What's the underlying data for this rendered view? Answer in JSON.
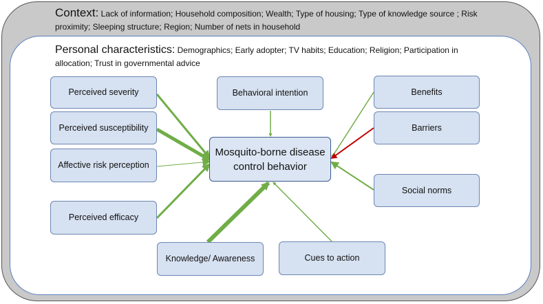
{
  "context": {
    "title": "Context:",
    "items": "Lack of information; Household composition; Wealth; Type of housing; Type of knowledge source ; Risk proximity; Sleeping structure; Region; Number of nets in household"
  },
  "personal": {
    "title": "Personal characteristics:",
    "items": "Demographics; Early adopter; TV habits; Education; Religion; Participation in allocation; Trust in governmental advice"
  },
  "center": "Mosquito-borne disease control behavior",
  "factors": {
    "perceived_severity": "Perceived severity",
    "perceived_susceptibility": "Perceived susceptibility",
    "affective_risk": "Affective risk perception",
    "perceived_efficacy": "Perceived efficacy",
    "behavioral_intention": "Behavioral intention",
    "knowledge": "Knowledge/ Awareness",
    "cues": "Cues to action",
    "benefits": "Benefits",
    "barriers": "Barriers",
    "social_norms": "Social norms"
  },
  "colors": {
    "positive_arrow": "#70ad47",
    "negative_arrow": "#c00000",
    "box_fill": "#d6e1f1",
    "context_fill": "#c9c9c9"
  }
}
